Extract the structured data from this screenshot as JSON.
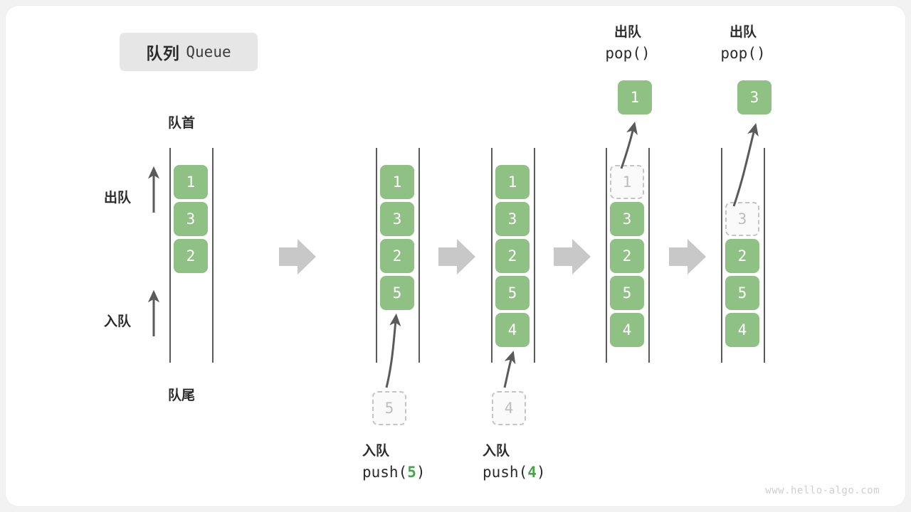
{
  "title": {
    "cn": "队列",
    "en": "Queue"
  },
  "labels": {
    "front": "队首",
    "rear": "队尾",
    "dequeue": "出队",
    "enqueue": "入队"
  },
  "colors": {
    "cell_fill": "#8EC183",
    "cell_text": "#FFFFFF",
    "ghost_fill": "#FAFAFA",
    "ghost_border": "#C4C4C4",
    "ghost_text": "#BDBDBD",
    "rail": "#5A5A5A",
    "step_arrow": "#C8C8C8",
    "accent_arg": "#49A24A",
    "chip_bg": "#E6E6E6",
    "card_bg": "#FFFFFF",
    "page_bg": "#F2F2F2"
  },
  "watermark": "www.hello-algo.com",
  "columns": [
    {
      "id": "initial",
      "cells": [
        "1",
        "3",
        "2"
      ],
      "ghost_index": null,
      "header_cn": null,
      "header_code": null,
      "caption_cn": null,
      "caption_code": null,
      "popped_value": null,
      "incoming_value": null
    },
    {
      "id": "push-5",
      "cells": [
        "1",
        "3",
        "2",
        "5"
      ],
      "ghost_index": null,
      "header_cn": null,
      "header_code": null,
      "caption_cn": "入队",
      "caption_code_prefix": "push(",
      "caption_code_arg": "5",
      "caption_code_suffix": ")",
      "popped_value": null,
      "incoming_value": "5"
    },
    {
      "id": "push-4",
      "cells": [
        "1",
        "3",
        "2",
        "5",
        "4"
      ],
      "ghost_index": null,
      "header_cn": null,
      "header_code": null,
      "caption_cn": "入队",
      "caption_code_prefix": "push(",
      "caption_code_arg": "4",
      "caption_code_suffix": ")",
      "popped_value": null,
      "incoming_value": "4"
    },
    {
      "id": "pop-1",
      "cells": [
        "1",
        "3",
        "2",
        "5",
        "4"
      ],
      "ghost_index": 0,
      "header_cn": "出队",
      "header_code": "pop()",
      "caption_cn": null,
      "caption_code": null,
      "popped_value": "1",
      "incoming_value": null
    },
    {
      "id": "pop-3",
      "cells": [
        "",
        "3",
        "2",
        "5",
        "4"
      ],
      "ghost_index": 1,
      "header_cn": "出队",
      "header_code": "pop()",
      "caption_cn": null,
      "caption_code": null,
      "popped_value": "3",
      "incoming_value": null
    }
  ],
  "step_arrows": [
    "step-arrow-1",
    "step-arrow-2",
    "step-arrow-3",
    "step-arrow-4"
  ]
}
